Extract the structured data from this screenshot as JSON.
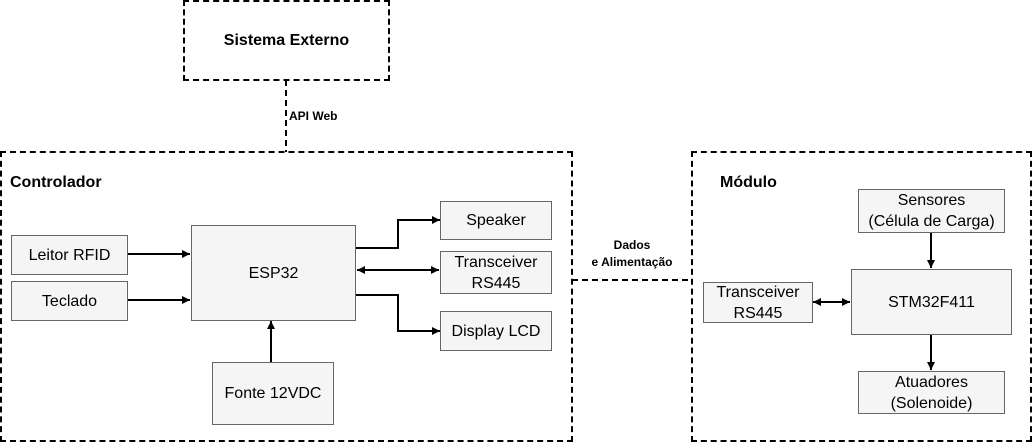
{
  "diagram": {
    "external_system": {
      "title": "Sistema Externo"
    },
    "links": {
      "api": "API Web",
      "bus": "Dados\ne Alimentação"
    },
    "controller": {
      "title": "Controlador",
      "rfid": "Leitor RFID",
      "keypad": "Teclado",
      "mcu": "ESP32",
      "power": "Fonte 12VDC",
      "speaker": "Speaker",
      "transceiver": "Transceiver\nRS445",
      "display": "Display LCD"
    },
    "module": {
      "title": "Módulo",
      "sensors": "Sensores\n(Célula de Carga)",
      "transceiver": "Transceiver\nRS445",
      "mcu": "STM32F411",
      "actuators": "Atuadores\n(Solenoide)"
    },
    "colors": {
      "box_fill": "#f5f5f5",
      "box_stroke": "#666666",
      "line": "#000000"
    }
  }
}
